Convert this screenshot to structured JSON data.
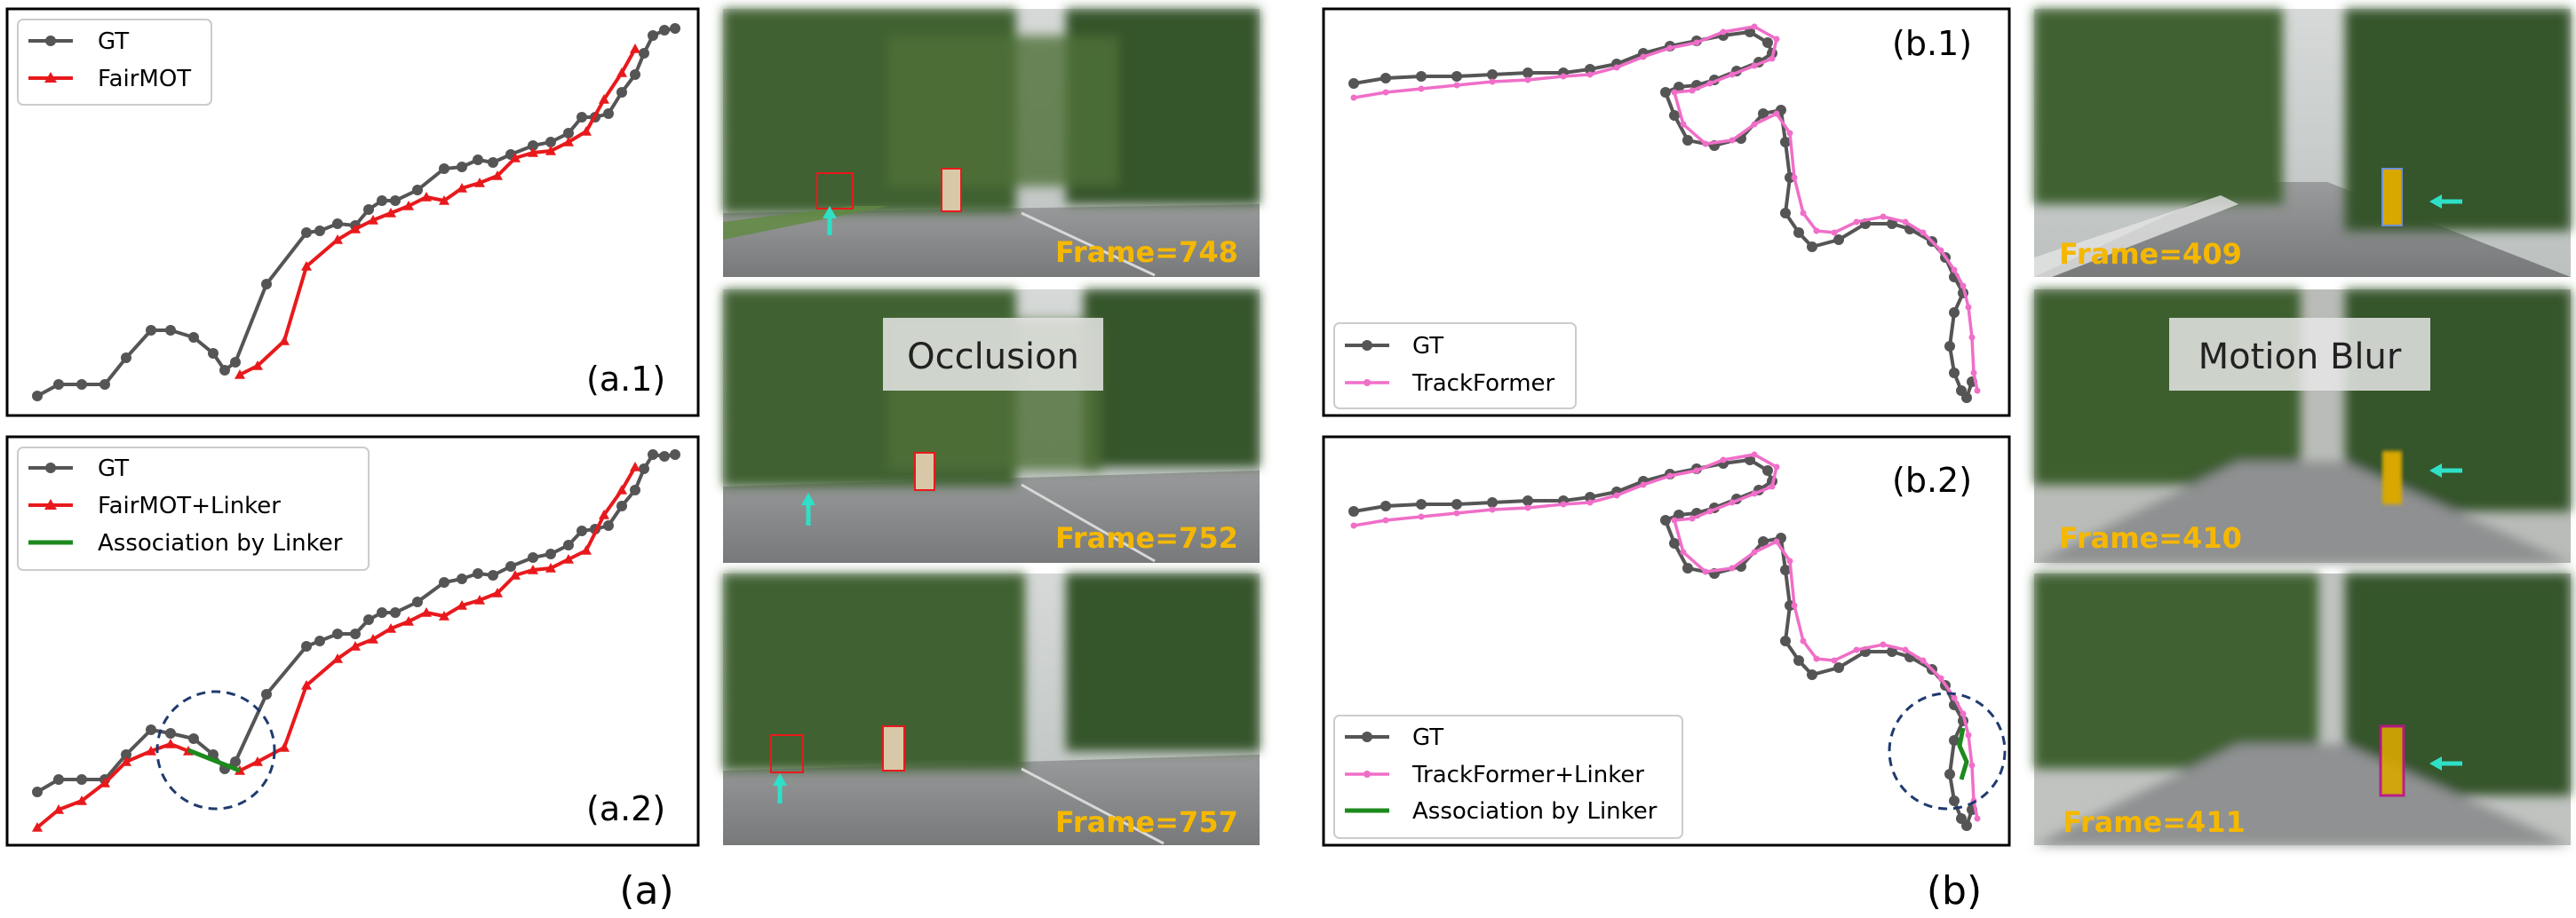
{
  "panels": {
    "a1": {
      "tag": "(a.1)",
      "legend": [
        "GT",
        "FairMOT"
      ]
    },
    "a2": {
      "tag": "(a.2)",
      "legend": [
        "GT",
        "FairMOT+Linker",
        "Association by Linker"
      ]
    },
    "b1": {
      "tag": "(b.1)",
      "legend": [
        "GT",
        "TrackFormer"
      ]
    },
    "b2": {
      "tag": "(b.2)",
      "legend": [
        "GT",
        "TrackFormer+Linker",
        "Association by Linker"
      ]
    }
  },
  "photos": {
    "occlusion_label": "Occlusion",
    "motion_blur_label": "Motion Blur",
    "frames_a": [
      "Frame=748",
      "Frame=752",
      "Frame=757"
    ],
    "frames_b": [
      "Frame=409",
      "Frame=410",
      "Frame=411"
    ]
  },
  "captions": {
    "a": "(a)",
    "b": "(b)"
  },
  "colors": {
    "gt": "#555555",
    "fairmot": "#e8191c",
    "trackformer": "#f06ec8",
    "association": "#1c8a1c",
    "frame_label": "#f5b800",
    "circle": "#1f3a6e",
    "arrow": "#2fe0c8"
  }
}
